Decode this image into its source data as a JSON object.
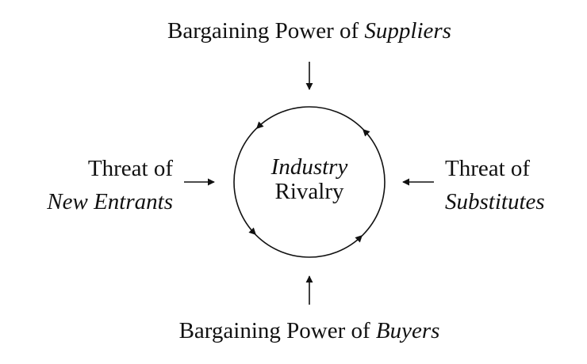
{
  "suppliers": {
    "prefix": "Bargaining Power of ",
    "emph": "Suppliers"
  },
  "buyers": {
    "prefix": "Bargaining Power of ",
    "emph": "Buyers"
  },
  "new_entrants": {
    "line1": "Threat of",
    "line2": "New Entrants"
  },
  "substitutes": {
    "line1": "Threat of",
    "line2": "Substitutes"
  },
  "center": {
    "line1": "Industry",
    "line2": "Rivalry"
  }
}
